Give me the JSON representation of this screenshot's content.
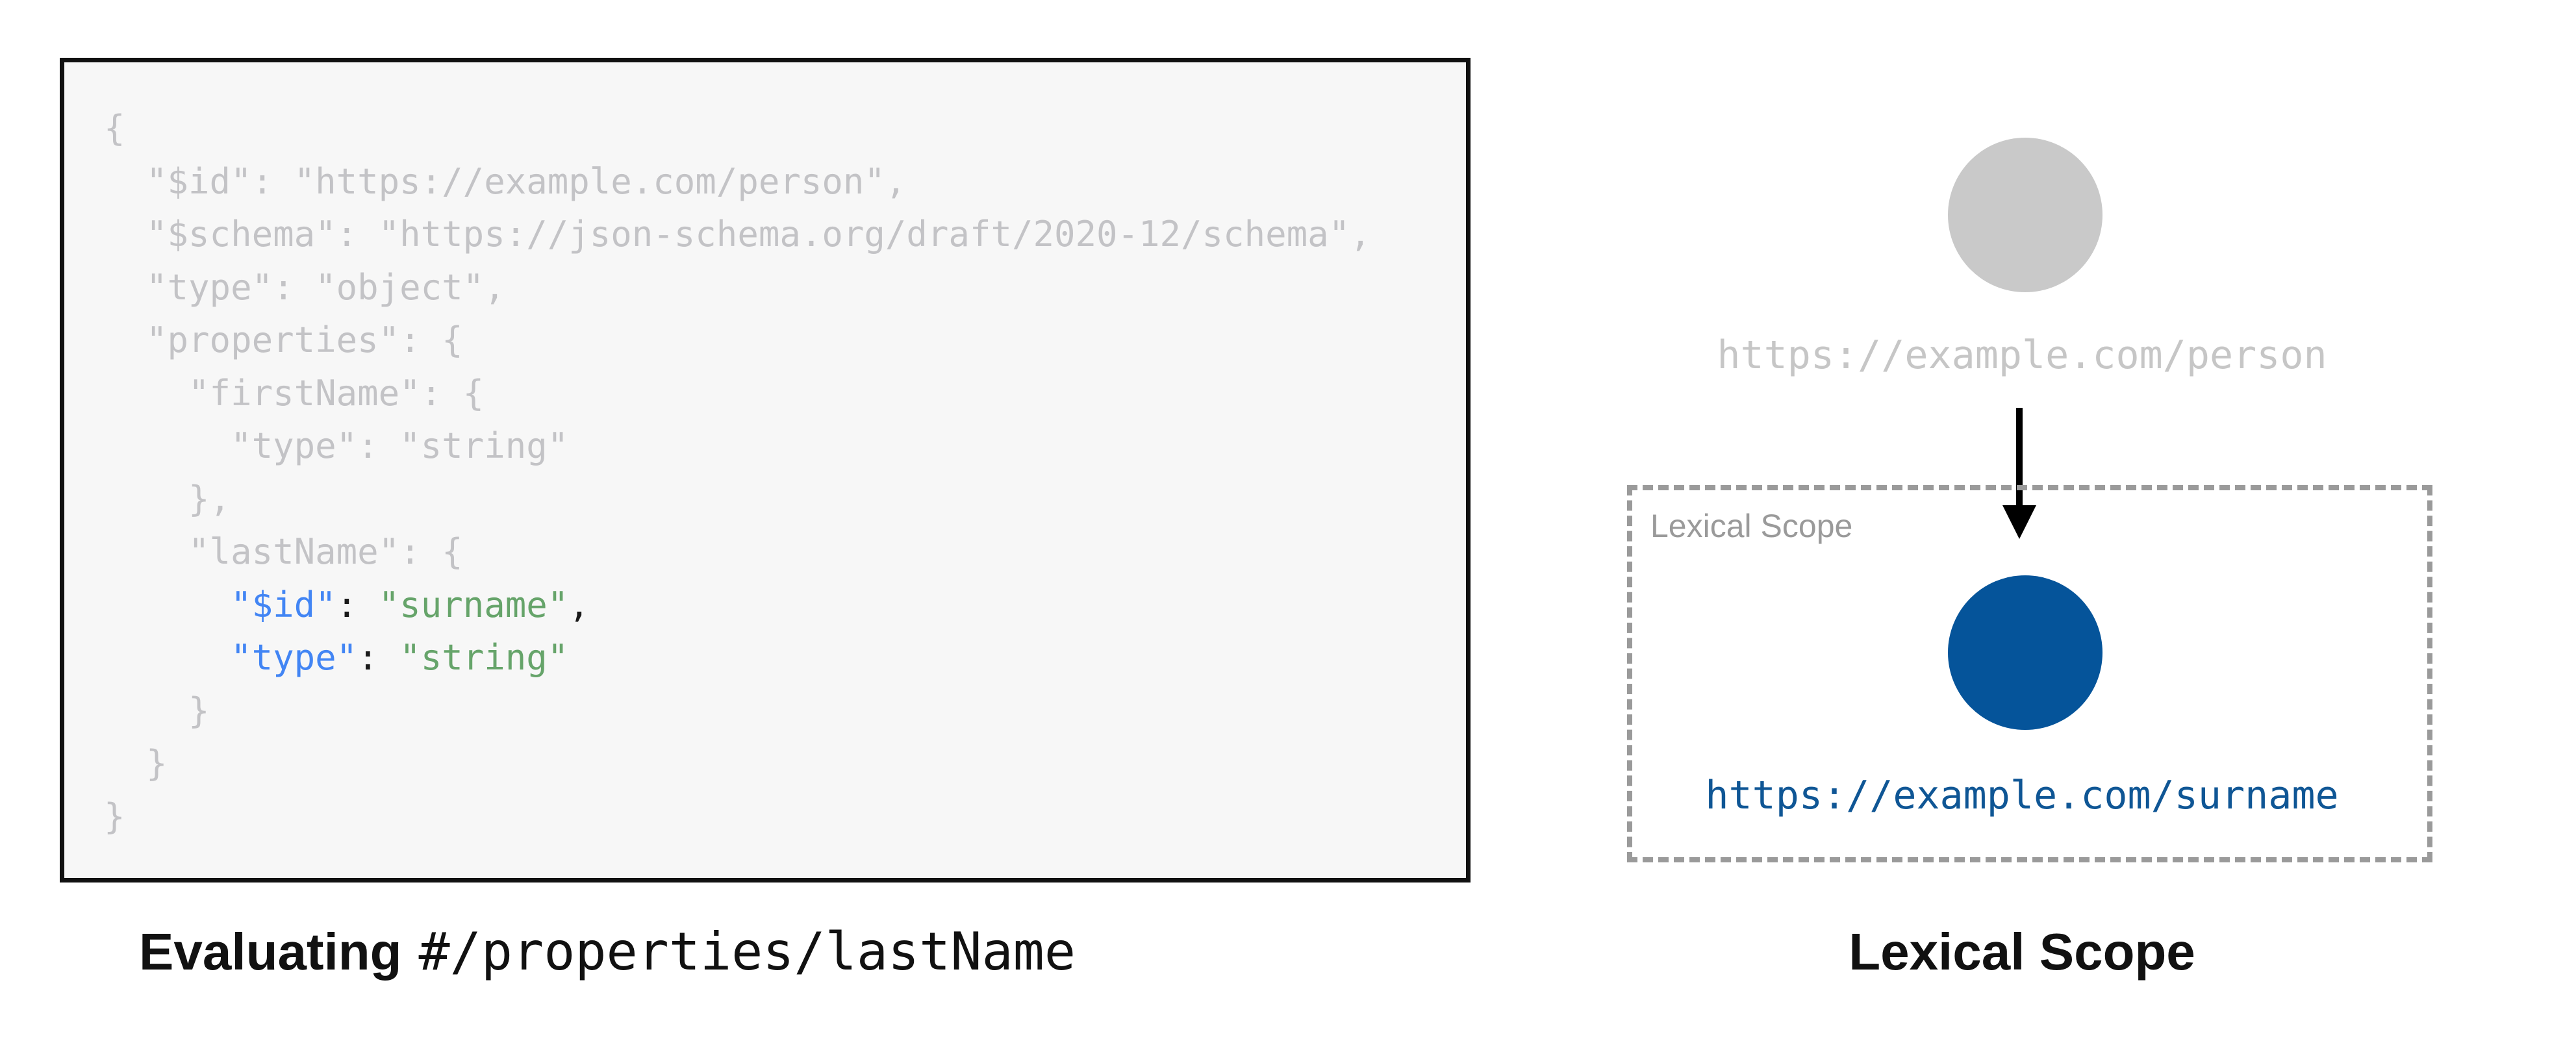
{
  "colors": {
    "panel_bg": "#f7f7f7",
    "panel_border": "#111111",
    "code_gray": "#c3c3c6",
    "key_blue": "#4285f4",
    "value_green": "#66a46a",
    "punct_black": "#1a1a1a",
    "node_gray": "#c9c9c9",
    "label_gray": "#c6c6c6",
    "scope_gray": "#9a9a9a",
    "node_blue": "#05549a",
    "url_blue": "#0f5695",
    "arrow_black": "#000000"
  },
  "code_panel": {
    "lines": [
      [
        {
          "t": "{",
          "c": "gray"
        }
      ],
      [
        {
          "t": "  \"$id\": \"https://example.com/person\",",
          "c": "gray"
        }
      ],
      [
        {
          "t": "  \"$schema\": \"https://json-schema.org/draft/2020-12/schema\",",
          "c": "gray"
        }
      ],
      [
        {
          "t": "  \"type\": \"object\",",
          "c": "gray"
        }
      ],
      [
        {
          "t": "  \"properties\": {",
          "c": "gray"
        }
      ],
      [
        {
          "t": "    \"firstName\": {",
          "c": "gray"
        }
      ],
      [
        {
          "t": "      \"type\": \"string\"",
          "c": "gray"
        }
      ],
      [
        {
          "t": "    },",
          "c": "gray"
        }
      ],
      [
        {
          "t": "    \"lastName\": {",
          "c": "gray"
        }
      ],
      [
        {
          "t": "      ",
          "c": "gray"
        },
        {
          "t": "\"$id\"",
          "c": "blue"
        },
        {
          "t": ": ",
          "c": "black"
        },
        {
          "t": "\"surname\"",
          "c": "green"
        },
        {
          "t": ",",
          "c": "black"
        }
      ],
      [
        {
          "t": "      ",
          "c": "gray"
        },
        {
          "t": "\"type\"",
          "c": "blue"
        },
        {
          "t": ": ",
          "c": "black"
        },
        {
          "t": "\"string\"",
          "c": "green"
        }
      ],
      [
        {
          "t": "    }",
          "c": "gray"
        }
      ],
      [
        {
          "t": "  }",
          "c": "gray"
        }
      ],
      [
        {
          "t": "}",
          "c": "gray"
        }
      ]
    ]
  },
  "captions": {
    "left_prefix": "Evaluating",
    "left_path": "#/properties/lastName",
    "right": "Lexical Scope"
  },
  "diagram": {
    "parent_uri": "https://example.com/person",
    "scope_label": "Lexical Scope",
    "child_uri": "https://example.com/surname"
  }
}
